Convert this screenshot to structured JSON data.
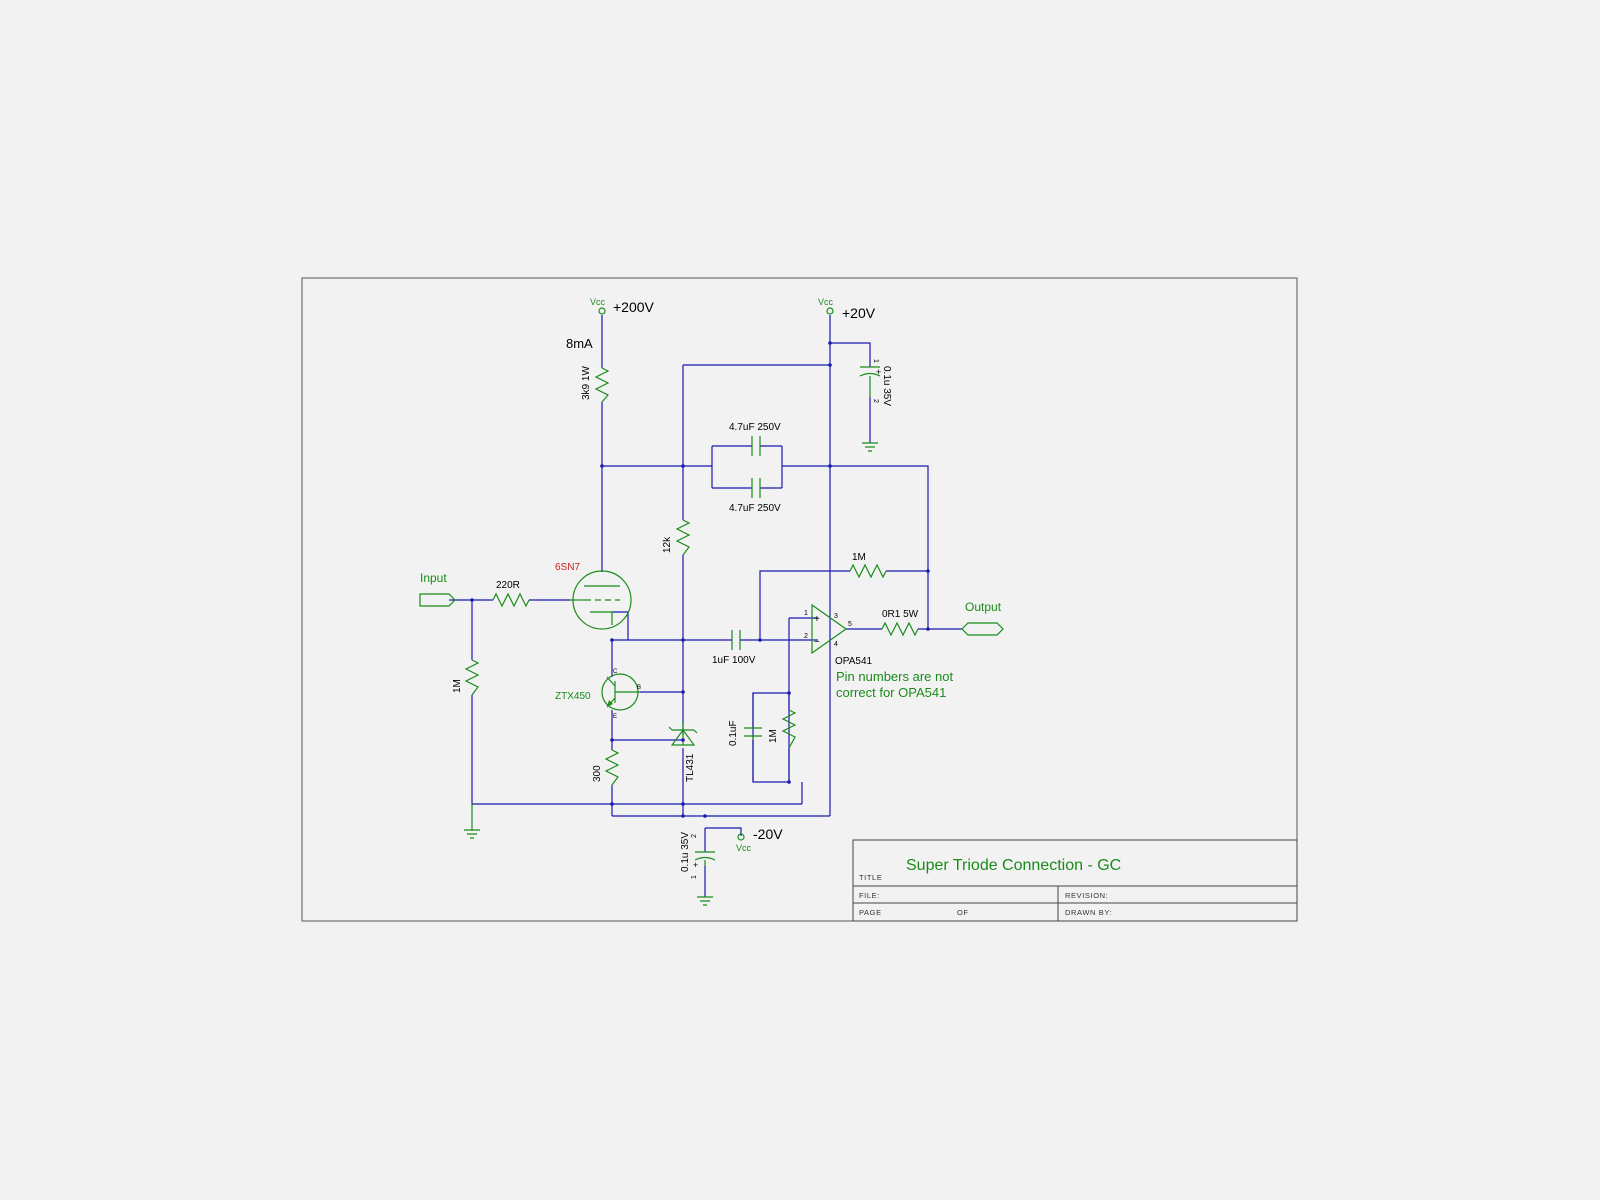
{
  "supplies": {
    "vcc_label": "Vcc",
    "plus200": "+200V",
    "plus20": "+20V",
    "minus20": "-20V"
  },
  "labels": {
    "current": "8mA",
    "r_plate": "3k9 1W",
    "r_12k": "12k",
    "c_coupling": "4.7uF 250V",
    "c_coupling2": "4.7uF 250V",
    "tube": "6SN7",
    "input": "Input",
    "r_grid": "220R",
    "r_input": "1M",
    "transistor": "ZTX450",
    "r_emitter": "300",
    "shunt": "TL431",
    "c_1u": "1uF 100V",
    "c_01": "0.1uF",
    "r_fb_small": "1M",
    "r_fb_top": "1M",
    "opamp": "OPA541",
    "r_out": "0R1 5W",
    "output": "Output",
    "c_top": "0.1u 35V",
    "c_bottom": "0.1u 35V",
    "note_line1": "Pin numbers are not",
    "note_line2": "correct for OPA541"
  },
  "pins": {
    "p1": "1",
    "p2": "2",
    "p3": "3",
    "p4": "4",
    "p5": "5",
    "plus": "+",
    "minus": "−",
    "c": "C",
    "b": "B",
    "e": "E",
    "cap_1": "1",
    "cap_2": "2",
    "cap_plus": "+"
  },
  "title_block": {
    "title_value": "Super Triode Connection - GC",
    "title_label": "TITLE",
    "file_label": "FILE:",
    "revision_label": "REVISION:",
    "page_label": "PAGE",
    "of_label": "OF",
    "drawn_by_label": "DRAWN BY:"
  },
  "colors": {
    "wire": "#1a1ab0",
    "component": "#1a8c1a",
    "tube_label": "#cc2222"
  }
}
